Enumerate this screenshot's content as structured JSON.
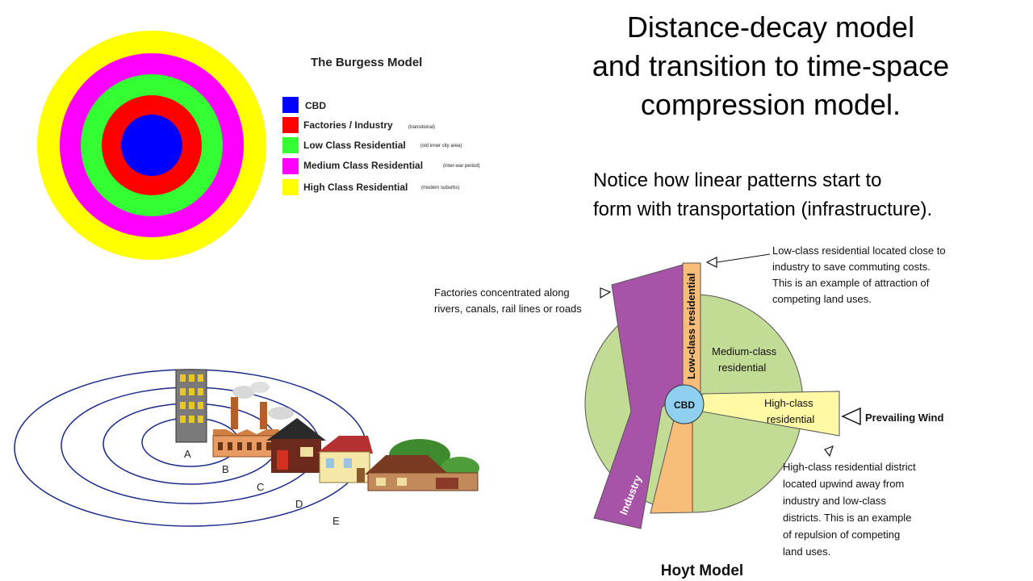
{
  "slide": {
    "title_lines": [
      "Distance-decay model",
      "and transition to time-space",
      "compression model."
    ],
    "notice_lines": [
      "Notice how linear patterns start to",
      "form with transportation (infrastructure)."
    ]
  },
  "burgess": {
    "legend_title": "The Burgess Model",
    "legend": [
      {
        "label": "CBD",
        "note": "",
        "color": "#0000ff"
      },
      {
        "label": "Factories / Industry",
        "note": "(transitional)",
        "color": "#ff0000"
      },
      {
        "label": "Low Class Residential",
        "note": "(old inner city area)",
        "color": "#33ff33"
      },
      {
        "label": "Medium Class Residential",
        "note": "(inter-war period)",
        "color": "#ff00ff"
      },
      {
        "label": "High Class Residential",
        "note": "(modern suburbs)",
        "color": "#ffff00"
      }
    ]
  },
  "concentric": {
    "letters": [
      "A",
      "B",
      "C",
      "D",
      "E"
    ]
  },
  "hoyt": {
    "title": "Hoyt Model",
    "cbd": "CBD",
    "industry": "Industry",
    "low_class": "Low-class residential",
    "medium_class": [
      "Medium-class",
      "residential"
    ],
    "high_class": [
      "High-class",
      "residential"
    ],
    "prevailing_wind": "Prevailing Wind",
    "factories_note": [
      "Factories concentrated along",
      "rivers, canals, rail lines or roads"
    ],
    "low_class_note": [
      "Low-class residential located close to",
      "industry to save commuting costs.",
      "This is an example of attraction of",
      "competing  land uses."
    ],
    "high_class_note": [
      "High-class residential district",
      "located upwind away from",
      "industry and low-class",
      "districts. This is an example",
      "of repulsion of competing",
      "land uses."
    ],
    "colors": {
      "green": "#c3dc95",
      "purple": "#a653a8",
      "orange": "#f9bd7a",
      "yellow": "#fff9a6",
      "cbd": "#8fd0f0"
    }
  }
}
